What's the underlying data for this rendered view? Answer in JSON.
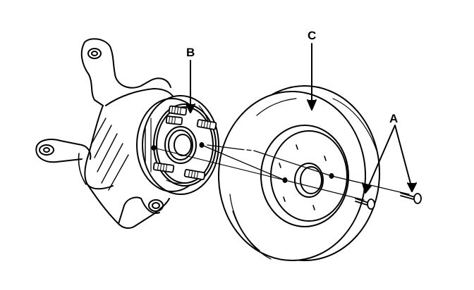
{
  "labels": {
    "a": "A",
    "b": "B",
    "c": "C"
  },
  "parts": {
    "knuckle": "steering-knuckle",
    "hub": "wheel-hub-with-studs",
    "rotor": "brake-rotor",
    "screws": "rotor-retaining-screws"
  },
  "colors": {
    "ink": "#000000",
    "background": "#ffffff",
    "shade": "#e6e6e6"
  }
}
